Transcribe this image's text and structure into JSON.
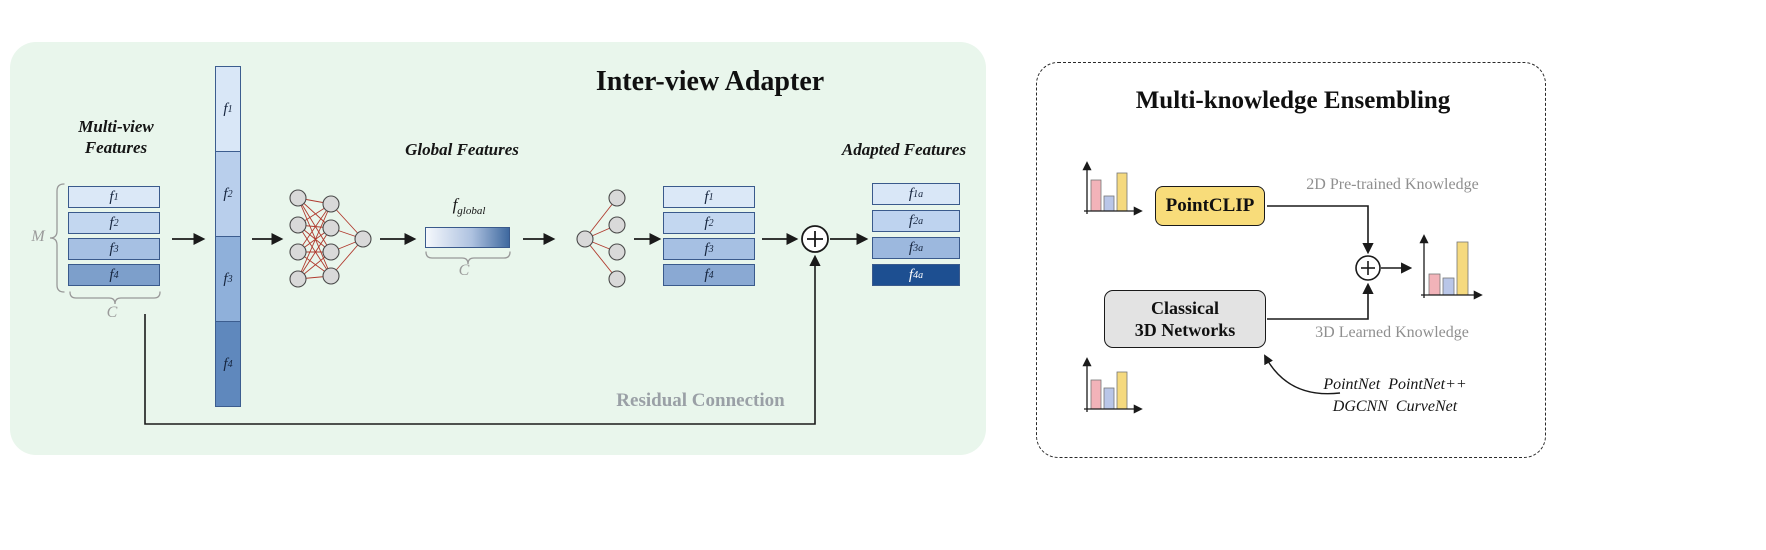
{
  "inter_view_adapter": {
    "title": "Inter-view Adapter",
    "multiview_label": [
      "Multi-view",
      "Features"
    ],
    "m_label": "M",
    "c_label_stack": "C",
    "c_label_global": "C",
    "feature_base": "f",
    "feature_subs": [
      "1",
      "2",
      "3",
      "4"
    ],
    "adapted_sup": "a",
    "global_features_label": "Global Features",
    "fglobal": {
      "base": "f",
      "sub": "global"
    },
    "adapted_features_label": "Adapted Features",
    "residual_label": "Residual Connection"
  },
  "ensembling": {
    "title": "Multi-knowledge Ensembling",
    "pointclip": "PointCLIP",
    "classical": [
      "Classical",
      "3D Networks"
    ],
    "knowledge_2d": "2D Pre-trained Knowledge",
    "knowledge_3d": "3D Learned Knowledge",
    "networks": [
      "PointNet  PointNet++",
      "DGCNN  CurveNet"
    ]
  },
  "colors": {
    "left_panel_bg": "#e9f6ec",
    "box_border": "#3a5a8c",
    "stack_fills": [
      "#dbe8f7",
      "#c3d7f0",
      "#a6c0e3",
      "#7d9fcb"
    ],
    "column_fills": [
      "#d9e7f7",
      "#b9cfec",
      "#8fb0da",
      "#5f88bd"
    ],
    "adapted_fills": [
      "#d9e7f7",
      "#bed3ef",
      "#9cb8de",
      "#1d4f91"
    ],
    "mlp_edge": "#b03a2e",
    "mlp_node": "#d9d9d9",
    "pointclip_fill": "#f8dc7a",
    "classical_fill": "#e3e3e3",
    "bar_pink": "#f2b3b9",
    "bar_blue": "#b9c6e8",
    "bar_yellow": "#f5d97e",
    "gray_text": "#9aa0a6"
  }
}
